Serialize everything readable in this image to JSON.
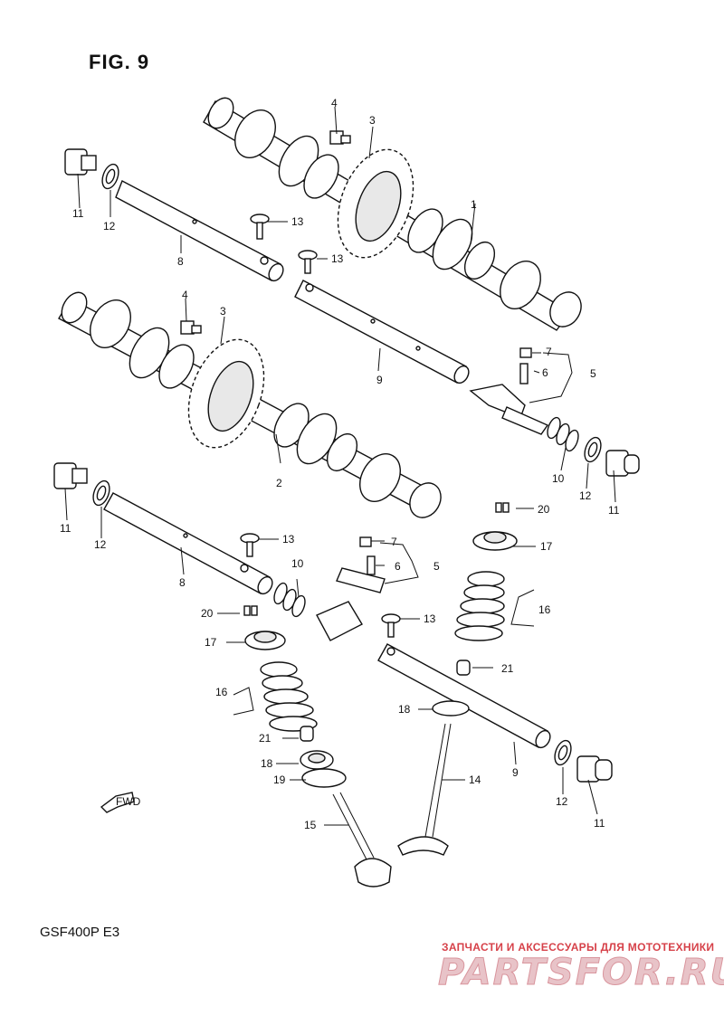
{
  "header": {
    "title": "FIG. 9"
  },
  "footer": {
    "model_code": "GSF400P  E3"
  },
  "watermark": {
    "tagline": "ЗАПЧАСТИ И АКСЕССУАРЫ ДЛЯ МОТОТЕХНИКИ",
    "logo": "PARTSFOR.RU",
    "color": "#d0202a"
  },
  "fwd_arrow": "FWD",
  "callouts": [
    {
      "id": "c1",
      "text": "1"
    },
    {
      "id": "c2",
      "text": "2"
    },
    {
      "id": "c3a",
      "text": "3"
    },
    {
      "id": "c3b",
      "text": "3"
    },
    {
      "id": "c4a",
      "text": "4"
    },
    {
      "id": "c4b",
      "text": "4"
    },
    {
      "id": "c5a",
      "text": "5"
    },
    {
      "id": "c5b",
      "text": "5"
    },
    {
      "id": "c6a",
      "text": "6"
    },
    {
      "id": "c6b",
      "text": "6"
    },
    {
      "id": "c7a",
      "text": "7"
    },
    {
      "id": "c7b",
      "text": "7"
    },
    {
      "id": "c8a",
      "text": "8"
    },
    {
      "id": "c8b",
      "text": "8"
    },
    {
      "id": "c9a",
      "text": "9"
    },
    {
      "id": "c9b",
      "text": "9"
    },
    {
      "id": "c10a",
      "text": "10"
    },
    {
      "id": "c10b",
      "text": "10"
    },
    {
      "id": "c11a",
      "text": "11"
    },
    {
      "id": "c11b",
      "text": "11"
    },
    {
      "id": "c11c",
      "text": "11"
    },
    {
      "id": "c11d",
      "text": "11"
    },
    {
      "id": "c12a",
      "text": "12"
    },
    {
      "id": "c12b",
      "text": "12"
    },
    {
      "id": "c12c",
      "text": "12"
    },
    {
      "id": "c12d",
      "text": "12"
    },
    {
      "id": "c13a",
      "text": "13"
    },
    {
      "id": "c13b",
      "text": "13"
    },
    {
      "id": "c13c",
      "text": "13"
    },
    {
      "id": "c13d",
      "text": "13"
    },
    {
      "id": "c14",
      "text": "14"
    },
    {
      "id": "c15",
      "text": "15"
    },
    {
      "id": "c16a",
      "text": "16"
    },
    {
      "id": "c16b",
      "text": "16"
    },
    {
      "id": "c17a",
      "text": "17"
    },
    {
      "id": "c17b",
      "text": "17"
    },
    {
      "id": "c18a",
      "text": "18"
    },
    {
      "id": "c18b",
      "text": "18"
    },
    {
      "id": "c19",
      "text": "19"
    },
    {
      "id": "c20a",
      "text": "20"
    },
    {
      "id": "c20b",
      "text": "20"
    },
    {
      "id": "c21a",
      "text": "21"
    },
    {
      "id": "c21b",
      "text": "21"
    }
  ]
}
